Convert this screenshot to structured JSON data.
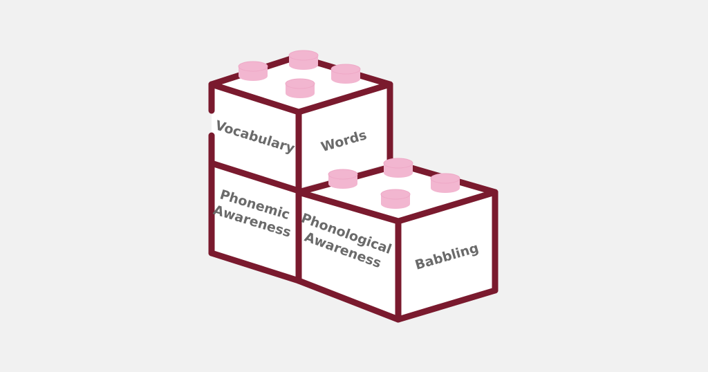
{
  "colors": {
    "background": "#f1f1f1",
    "face": "#ffffff",
    "outline": "#7a1a2e",
    "stud_fill": "#f2b6d0",
    "stud_stroke": "#eea8c6",
    "label_text": "#6a6a6a"
  },
  "blocks": [
    {
      "name": "top-left-block",
      "left_face_label": "Vocabulary",
      "right_face_label": "Words",
      "studs": 4
    },
    {
      "name": "bottom-left-block",
      "left_face_label": [
        "Phonemic",
        "Awareness"
      ]
    },
    {
      "name": "bottom-right-block",
      "left_face_label": [
        "Phonological",
        "Awareness"
      ],
      "right_face_label": "Babbling",
      "studs": 4
    }
  ]
}
